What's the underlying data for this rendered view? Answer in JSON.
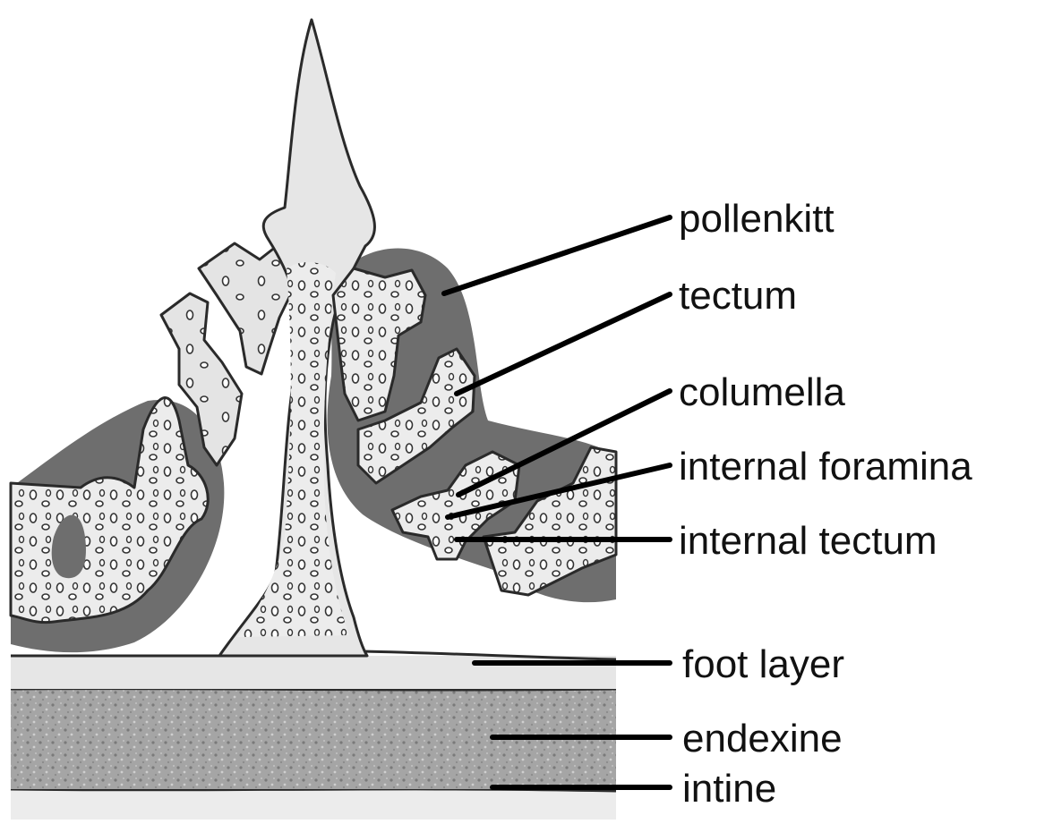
{
  "labels": {
    "pollenkitt": "pollenkitt",
    "tectum": "tectum",
    "columella": "columella",
    "internal_foramina": "internal foramina",
    "internal_tectum": "internal tectum",
    "foot_layer": "foot layer",
    "endexine": "endexine",
    "intine": "intine"
  },
  "colors": {
    "pollenkitt": "#6e6e6e",
    "exine_body": "#e6e6e6",
    "endexine": "#a9a9a9",
    "intine": "#ededed",
    "text": "#111111"
  }
}
